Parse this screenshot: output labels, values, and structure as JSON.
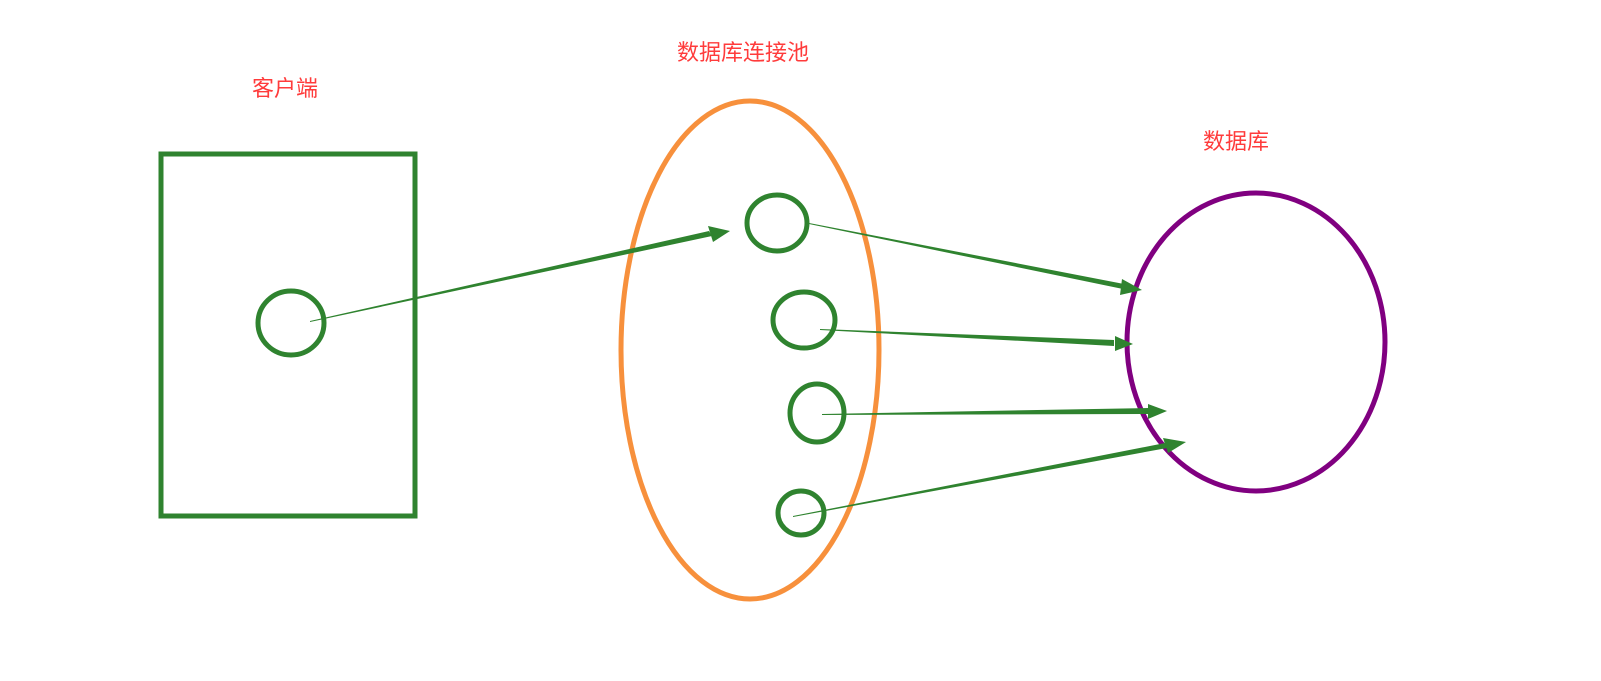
{
  "labels": {
    "client": "客户端",
    "pool": "数据库连接池",
    "database": "数据库"
  },
  "colors": {
    "label": "#ff3b3b",
    "client_box": "#2f832f",
    "connection": "#2f832f",
    "arrow": "#2f832f",
    "pool_boundary": "#f7903c",
    "database_boundary": "#800080"
  },
  "icons": {
    "arrowhead": "triangle-arrowhead"
  }
}
